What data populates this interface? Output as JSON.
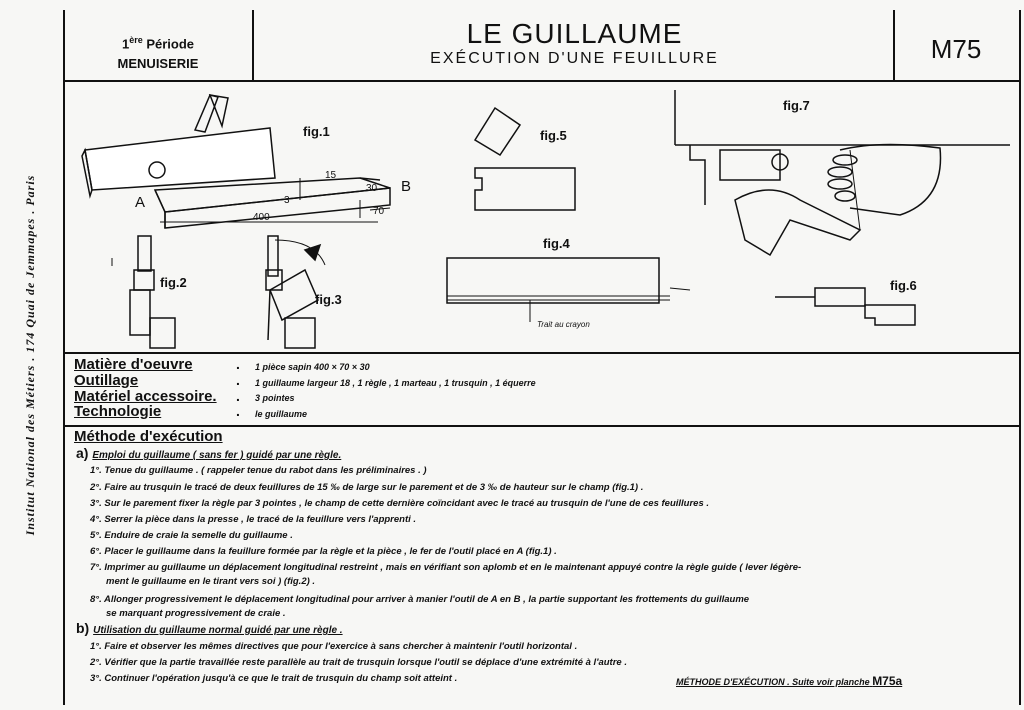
{
  "sidebar_text": "Institut National des Métiers . 174 Quai de Jemmapes . Paris",
  "header": {
    "period_num": "1",
    "period_sup": "ère",
    "period_word": "Période",
    "trade": "MENUISERIE",
    "title": "LE GUILLAUME",
    "subtitle": "EXÉCUTION D'UNE FEUILLURE",
    "code": "M75"
  },
  "figures": {
    "fig1": "fig.1",
    "fig2": "fig.2",
    "fig3": "fig.3",
    "fig4": "fig.4",
    "fig5": "fig.5",
    "fig6": "fig.6",
    "fig7": "fig.7",
    "label_a": "A",
    "label_b": "B",
    "dim_400": "400",
    "dim_70": "70",
    "dim_30": "30",
    "dim_15": "15",
    "dim_3": "3",
    "trait_crayon": "Trait au crayon"
  },
  "materials": [
    {
      "label": "Matière d'oeuvre",
      "value": "1 pièce sapin  400 × 70 × 30"
    },
    {
      "label": "Outillage",
      "value": "1 guillaume  largeur 18   ,  1 règle  ,  1 marteau  ,  1 trusquin  ,  1 équerre"
    },
    {
      "label": "Matériel accessoire.",
      "value": "3 pointes"
    },
    {
      "label": "Technologie",
      "value": "le guillaume"
    }
  ],
  "method_title": "Méthode d'exécution",
  "section_a": {
    "letter": "a)",
    "title": "Emploi du guillaume  ( sans fer )  guidé par une règle."
  },
  "steps_a": [
    "1°. Tenue du guillaume . ( rappeler tenue du rabot dans les préliminaires . )",
    "2°. Faire au trusquin  le tracé de deux feuillures de 15 ‰ de large sur le parement et de 3 ‰ de hauteur sur le champ  (fig.1) .",
    "3°. Sur le parement  fixer  la règle par 3 pointes  ,  le champ de cette dernière coïncidant  avec le tracé au trusquin de  l'une de ces feuillures .",
    "4°. Serrer  la pièce dans la presse  ,  le tracé de  la feuillure  vers  l'apprenti .",
    "5°. Enduire de craie la semelle du guillaume .",
    "6°. Placer le guillaume  dans  la feuillure formée  par la règle et la pièce  ,  le fer de  l'outil placé  en  A (fig.1) .",
    "7°. Imprimer au guillaume  un déplacement longitudinal restreint  ,  mais en vérifiant son aplomb et en le maintenant appuyé contre la règle guide ( lever légère-",
    "ment  le guillaume  en le tirant vers soi ) (fig.2) .",
    "8°. Allonger progressivement  le déplacement  longitudinal pour arriver à manier  l'outil de  A  en  B  ,  la partie  supportant  les  frottements du guillaume",
    "se  marquant  progressivement  de craie ."
  ],
  "section_b": {
    "letter": "b)",
    "title": "Utilisation du guillaume normal guidé par une règle ."
  },
  "steps_b": [
    "1°. Faire  et  observer  les  mêmes  directives  que  pour  l'exercice  à  sans  chercher  à  maintenir  l'outil  horizontal .",
    "2°. Vérifier  que  la  partie  travaillée  reste  parallèle  au  trait  de  trusquin  lorsque  l'outil  se  déplace  d'une  extrémité  à  l'autre .",
    "3°. Continuer  l'opération  jusqu'à  ce  que  le  trait  de  trusquin  du  champ  soit  atteint ."
  ],
  "footer": {
    "text": "MÉTHODE D'EXÉCUTION . Suite voir planche",
    "code": "M75a"
  }
}
